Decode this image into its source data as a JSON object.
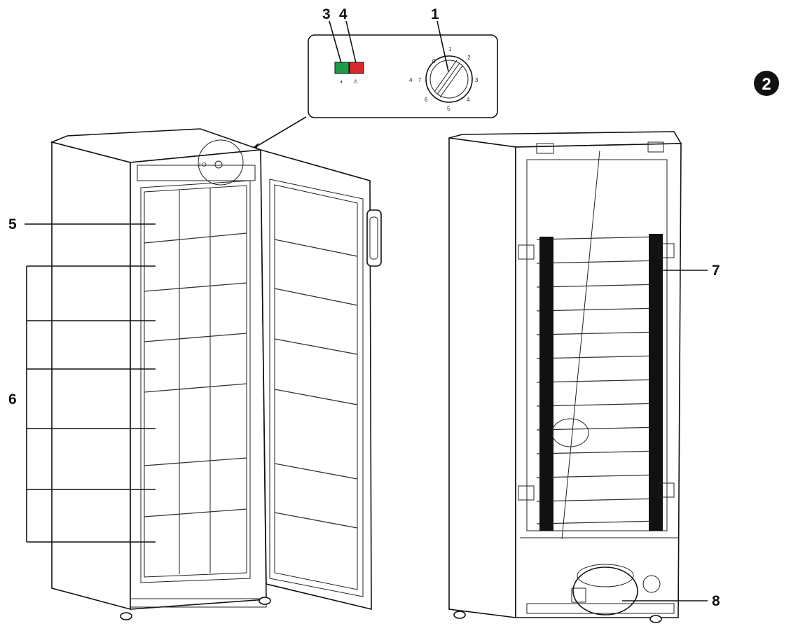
{
  "figure_badge": "2",
  "labels": {
    "l1": "1",
    "l3": "3",
    "l4": "4",
    "l5": "5",
    "l6": "6",
    "l7": "7",
    "l8": "8"
  },
  "control_panel": {
    "green_led_color": "#1f9a4a",
    "red_led_color": "#d92b2b",
    "green_led_symbol": "◑",
    "red_led_symbol": "⚠",
    "dial_marks": [
      "0",
      "1",
      "2",
      "3",
      "4",
      "5",
      "6",
      "7"
    ],
    "dial_side_mark": "4"
  },
  "panel_zoom_tag": "I O"
}
